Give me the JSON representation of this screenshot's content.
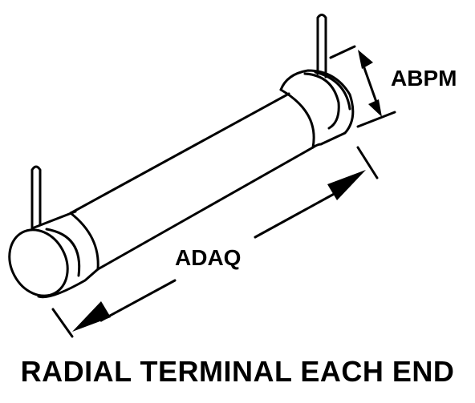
{
  "diagram": {
    "dimension_diameter": "ABPM",
    "dimension_length": "ADAQ",
    "caption": "RADIAL TERMINAL EACH END"
  },
  "colors": {
    "ink": "#000000",
    "background": "#ffffff"
  }
}
